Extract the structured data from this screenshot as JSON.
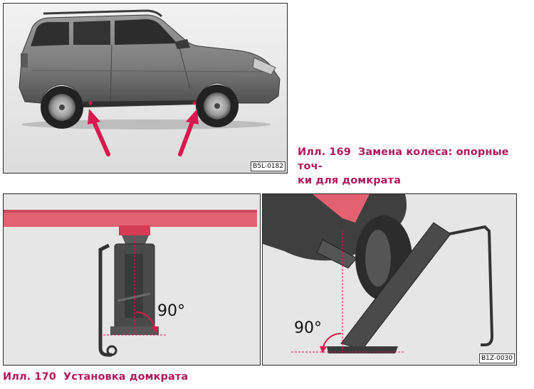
{
  "figure_169": {
    "code": "B5L-0182",
    "caption_number": "Илл. 169",
    "caption_line1": "Замена колеса: опорные точ-",
    "caption_line2": "ки для домкрата"
  },
  "figure_170": {
    "code": "B1Z-0030",
    "caption_number": "Илл. 170",
    "caption_text": "Установка домкрата",
    "angle_left": "90°",
    "angle_right": "90°"
  },
  "colors": {
    "accent": "#b0185f",
    "arrow": "#d8194f",
    "sill": "#e26272"
  }
}
